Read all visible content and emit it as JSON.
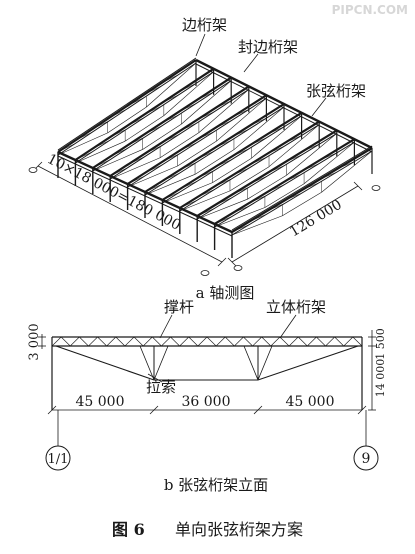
{
  "watermark": "PIPCN.COM",
  "part_a": {
    "caption": "a 轴测图",
    "labels": {
      "edge_truss": "边桁架",
      "sealing_edge_truss": "封边桁架",
      "string_truss": "张弦桁架"
    },
    "dims": {
      "length": "10×18 000=180 000",
      "width": "126 000"
    }
  },
  "part_b": {
    "caption": "b 张弦桁架立面",
    "labels": {
      "strut": "撑杆",
      "spatial_truss": "立体桁架",
      "cable": "拉索"
    },
    "dims": {
      "depth": "3 000",
      "right_height": "14 000",
      "right_top": "1 500",
      "spans": [
        "45 000",
        "36 000",
        "45 000"
      ]
    },
    "axes": {
      "left": "1/1",
      "right": "9"
    }
  },
  "figure_caption": {
    "number": "图 6",
    "title": "单向张弦桁架方案"
  }
}
